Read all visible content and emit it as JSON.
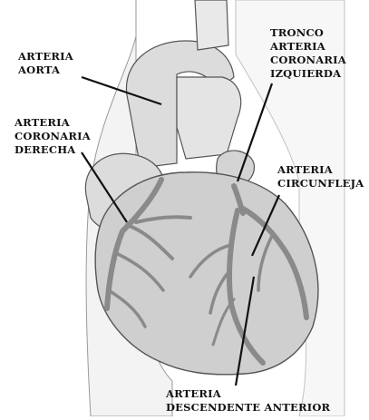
{
  "labels": {
    "aorta": [
      "ARTERIA",
      "AORTA"
    ],
    "left_main": [
      "TRONCO",
      "ARTERIA",
      "CORONARIA",
      "IZQUIERDA"
    ],
    "right_coronary": [
      "ARTERIA",
      "CORONARIA",
      "DERECHA"
    ],
    "circumflex": [
      "ARTERIA",
      "CIRCUNFLEJA"
    ],
    "lad": [
      "ARTERIA",
      "DESCENDENTE ANTERIOR"
    ]
  },
  "colors": {
    "background": "#ffffff",
    "silhouette": "#f2f2f2",
    "tissue": "#d9d9d9",
    "heart": "#cfcfcf",
    "artery": "#8f8f8f",
    "outline": "#555555",
    "leader": "#111111"
  }
}
